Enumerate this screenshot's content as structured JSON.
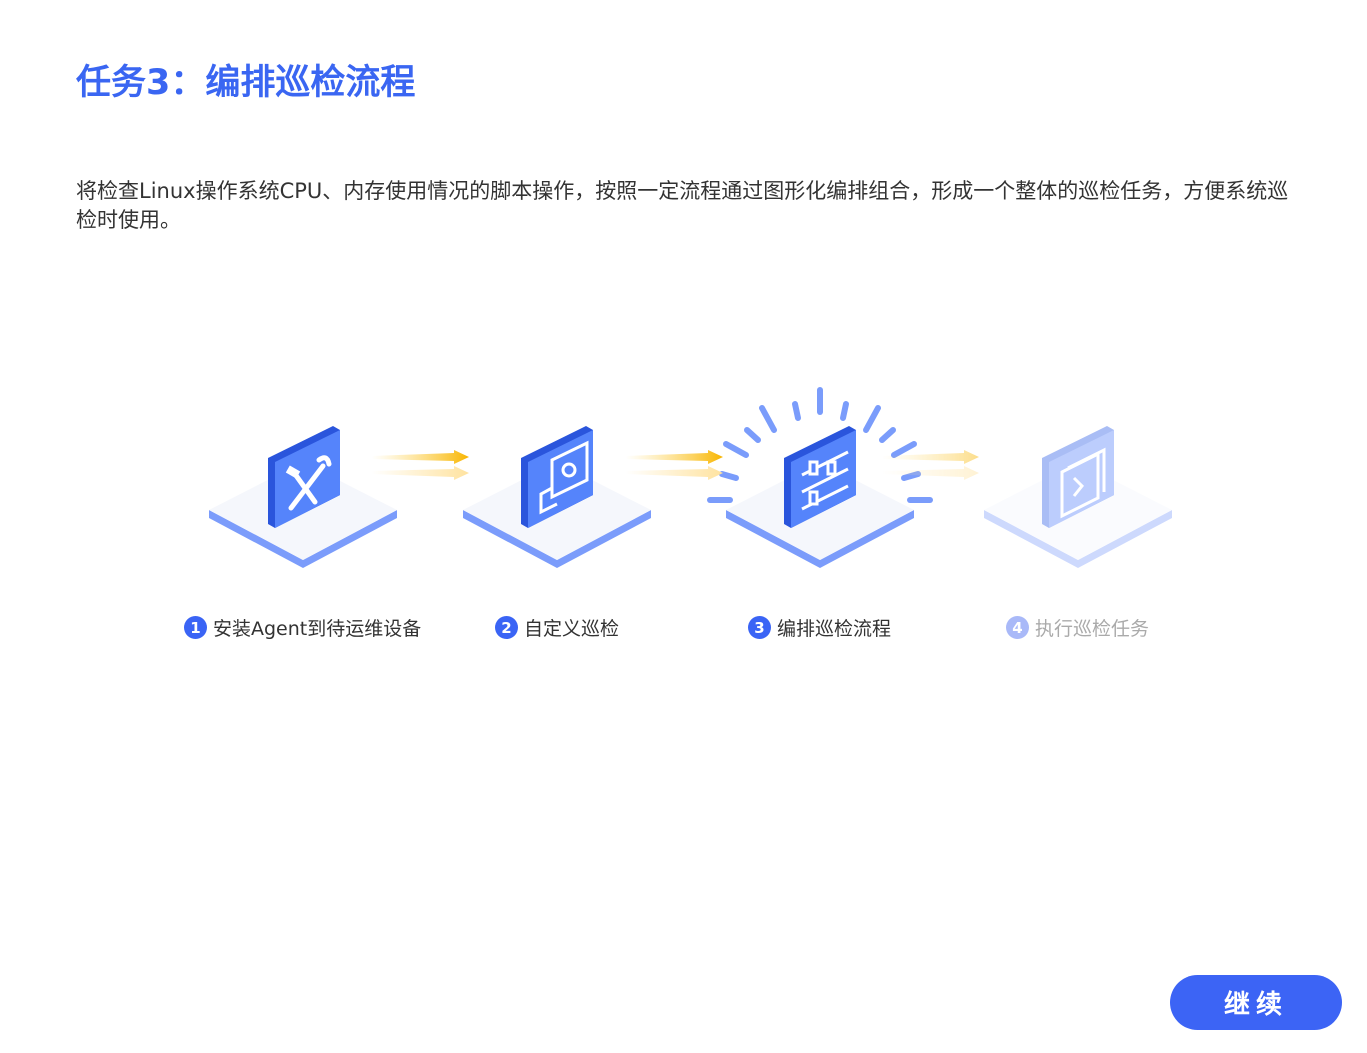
{
  "title": "任务3：编排巡检流程",
  "description": "将检查Linux操作系统CPU、内存使用情况的脚本操作，按照一定流程通过图形化编排组合，形成一个整体的巡检任务，方便系统巡检时使用。",
  "steps": [
    {
      "number": "1",
      "label": "安装Agent到待运维设备",
      "icon": "wrench-screwdriver-icon",
      "state": "done"
    },
    {
      "number": "2",
      "label": "自定义巡检",
      "icon": "monitor-gear-icon",
      "state": "done"
    },
    {
      "number": "3",
      "label": "编排巡检流程",
      "icon": "sliders-icon",
      "state": "current"
    },
    {
      "number": "4",
      "label": "执行巡检任务",
      "icon": "terminal-window-icon",
      "state": "pending"
    }
  ],
  "continue_label": "继续",
  "colors": {
    "accent": "#3a64f5",
    "arrow": "#f8b500",
    "dim": "#a9b9f8"
  }
}
